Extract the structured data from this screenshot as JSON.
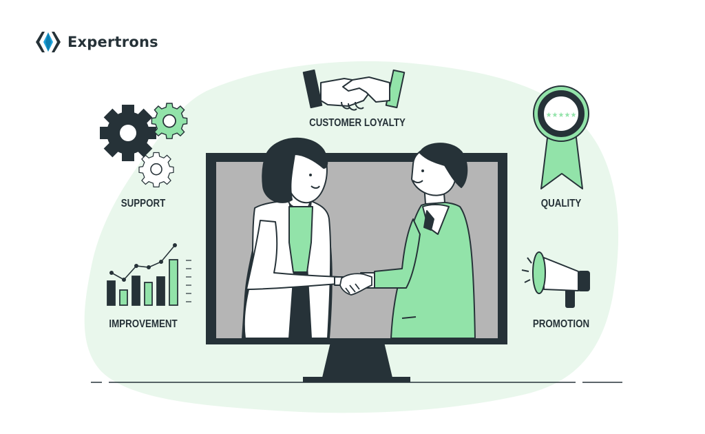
{
  "brand": {
    "name": "Expertrons"
  },
  "labels": {
    "customer_loyalty": "CUSTOMER LOYALTY",
    "support": "SUPPORT",
    "quality": "QUALITY",
    "improvement": "IMPROVEMENT",
    "promotion": "PROMOTION"
  },
  "colors": {
    "accent_green": "#92E3A9",
    "blob_green": "#E9F7EC",
    "dark": "#263238",
    "screen_gray": "#B5B5B5",
    "white": "#FFFFFF",
    "logo_blue": "#1FA3DB"
  },
  "icons": [
    "gear-icon",
    "handshake-icon",
    "award-ribbon-icon",
    "bar-chart-icon",
    "megaphone-icon"
  ]
}
